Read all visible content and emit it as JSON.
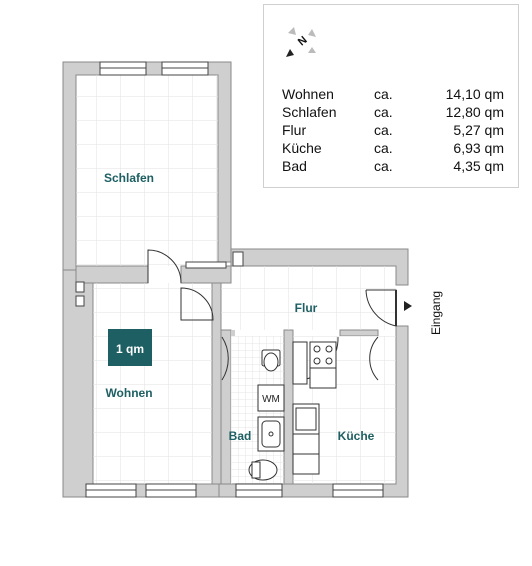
{
  "legend": {
    "compass_letter": "N",
    "rows": [
      {
        "name": "Wohnen",
        "ca": "ca.",
        "area": "14,10 qm"
      },
      {
        "name": "Schlafen",
        "ca": "ca.",
        "area": "12,80 qm"
      },
      {
        "name": "Flur",
        "ca": "ca.",
        "area": "5,27 qm"
      },
      {
        "name": "Küche",
        "ca": "ca.",
        "area": "6,93 qm"
      },
      {
        "name": "Bad",
        "ca": "ca.",
        "area": "4,35 qm"
      }
    ]
  },
  "rooms": {
    "schlafen": "Schlafen",
    "wohnen": "Wohnen",
    "flur": "Flur",
    "bad": "Bad",
    "kueche": "Küche"
  },
  "labels": {
    "scale": "1 qm",
    "wm": "WM",
    "eingang": "Eingang"
  },
  "colors": {
    "wall": "#cfcfcf",
    "wall_edge": "#8a8a8a",
    "grid": "#e6e6e6",
    "scale_fill": "#1d5f63",
    "room_label": "#1d5f63"
  }
}
